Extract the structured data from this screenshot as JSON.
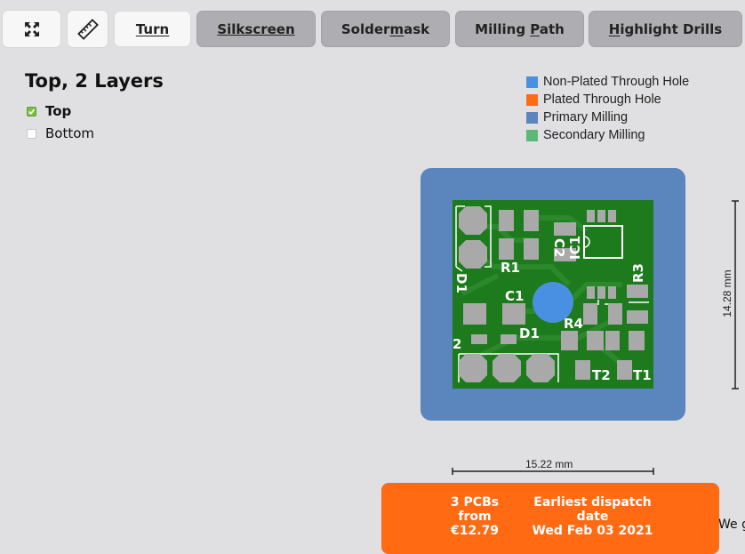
{
  "toolbar": {
    "turn": "Turn",
    "silkscreen": "Silkscreen",
    "soldermask_a": "Solder",
    "soldermask_b": "m",
    "soldermask_c": "ask",
    "milling_a": "Milling ",
    "milling_b": "P",
    "milling_c": "ath",
    "drills_a": "H",
    "drills_b": "ighlight Drills",
    "expand_icon": "expand-icon",
    "ruler_icon": "ruler-icon"
  },
  "view": {
    "title": "Top, 2 Layers",
    "layers": [
      {
        "label": "Top",
        "checked": true
      },
      {
        "label": "Bottom",
        "checked": false
      }
    ]
  },
  "legend": [
    {
      "label": "Non-Plated Through Hole",
      "color": "#4a90e2"
    },
    {
      "label": "Plated Through Hole",
      "color": "#ff6a13"
    },
    {
      "label": "Primary Milling",
      "color": "#5b85bd"
    },
    {
      "label": "Secondary Milling",
      "color": "#5cb878"
    }
  ],
  "pcb": {
    "height_label": "14.28 mm",
    "width_label": "15.22 mm",
    "board_color": "#1d7a1d",
    "milling_color": "#5b85bd",
    "pad_color": "#a9a9a9",
    "silk_labels": [
      "R1",
      "D1",
      "C1",
      "C2",
      "IC1",
      "R3",
      "R4",
      "D1",
      "T2",
      "T1",
      "2"
    ]
  },
  "order": {
    "pcbs_line1": "3 PCBs",
    "pcbs_line2": "from",
    "pcbs_line3": "€12.79",
    "dispatch_line1": "Earliest dispatch",
    "dispatch_line2": "date",
    "dispatch_line3": "Wed Feb 03 2021",
    "side_text": "We g"
  }
}
